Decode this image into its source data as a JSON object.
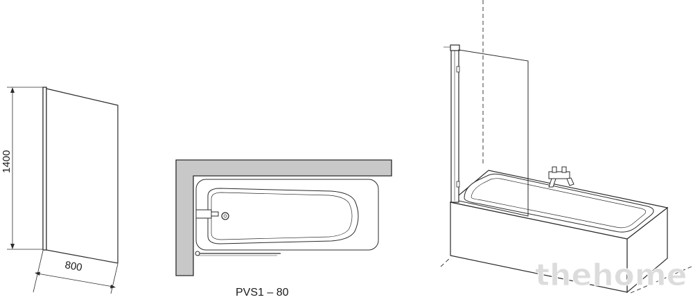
{
  "dimensions": {
    "height_label": "1400",
    "width_label": "800"
  },
  "plan": {
    "model_label": "PVS1 – 80"
  },
  "watermark": {
    "text": "thehome"
  },
  "colors": {
    "line": "#2a2a2a",
    "wall_fill": "#c8c8c8",
    "glass_fill": "#ffffff",
    "watermark": "#d4d4d4"
  }
}
